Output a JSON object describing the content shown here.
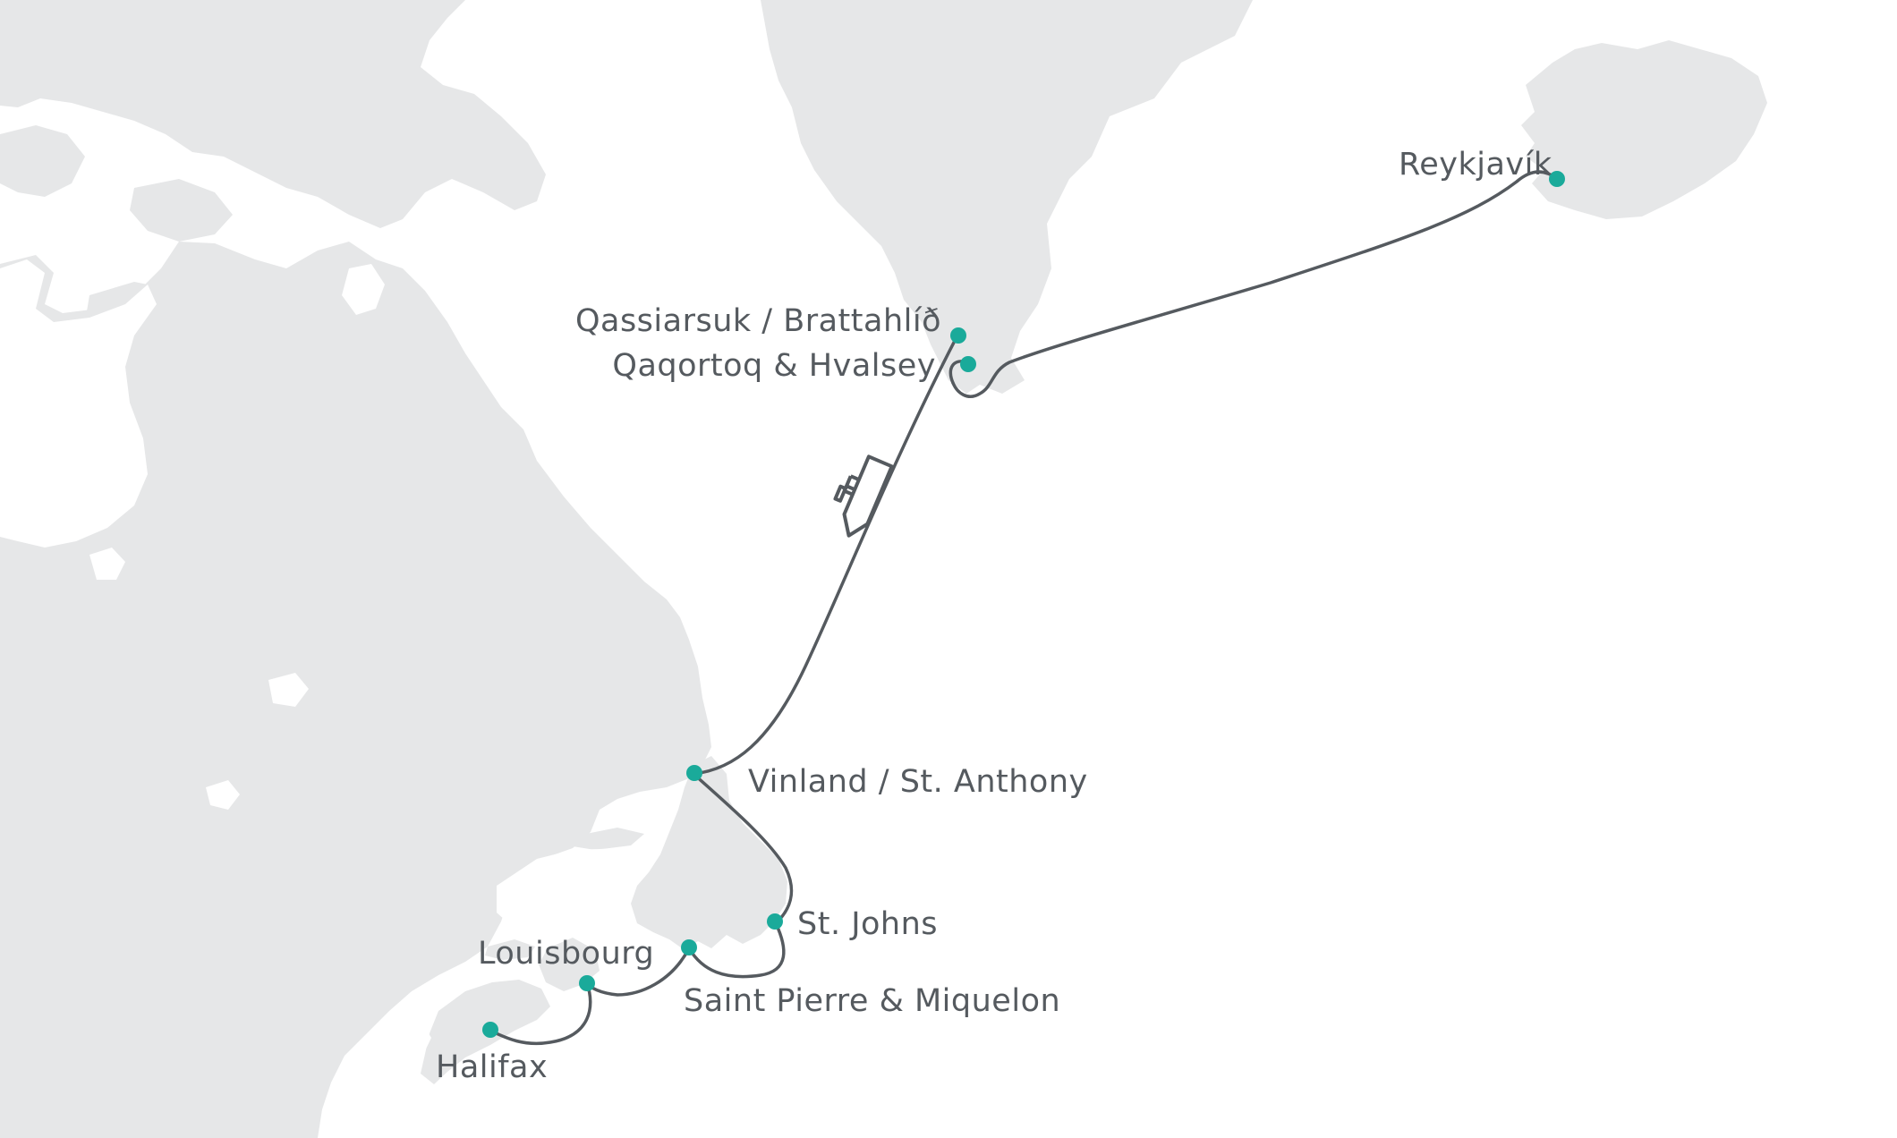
{
  "map": {
    "colors": {
      "land": "#e6e7e8",
      "water": "#ffffff",
      "route": "#555a5f",
      "port": "#1aaa9a",
      "label": "#555a5f",
      "ship": "#555a5f"
    },
    "icons": [
      "ship-icon",
      "port-marker"
    ],
    "ports": [
      {
        "id": "reykjavik",
        "name": "Reykjavík"
      },
      {
        "id": "qassiarsuk",
        "name": "Qassiarsuk / Brattahlíð"
      },
      {
        "id": "qaqortoq",
        "name": "Qaqortoq & Hvalsey"
      },
      {
        "id": "vinland",
        "name": "Vinland / St. Anthony"
      },
      {
        "id": "stjohns",
        "name": "St. Johns"
      },
      {
        "id": "louisbourg",
        "name": "Louisbourg"
      },
      {
        "id": "saintpierre",
        "name": "Saint Pierre & Miquelon"
      },
      {
        "id": "halifax",
        "name": "Halifax"
      }
    ],
    "route_order": [
      "reykjavik",
      "qaqortoq",
      "qassiarsuk",
      "vinland",
      "stjohns",
      "saintpierre",
      "louisbourg",
      "halifax"
    ]
  }
}
